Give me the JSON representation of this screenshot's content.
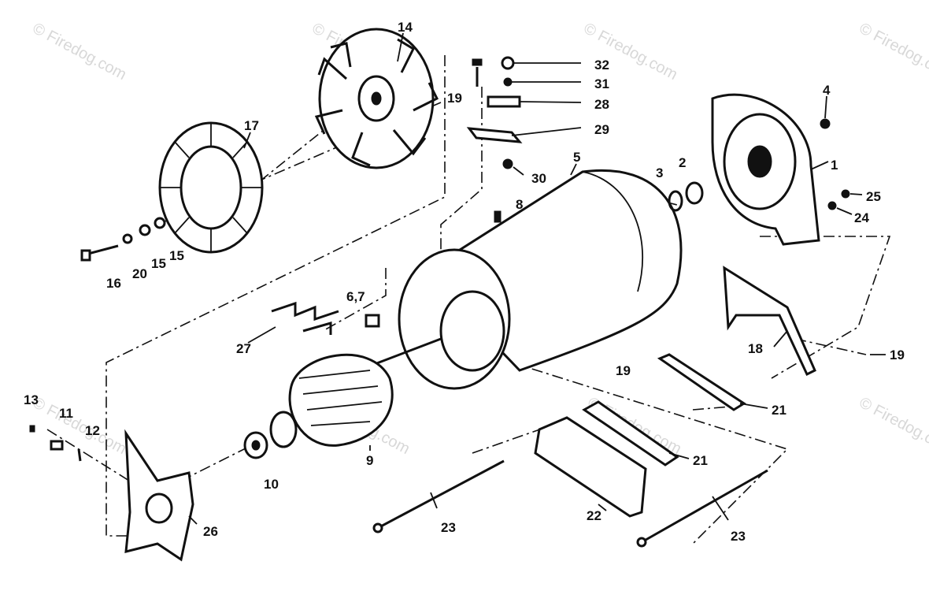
{
  "watermark": "© Firedog.com",
  "callouts": [
    {
      "id": "14",
      "text": "14"
    },
    {
      "id": "17",
      "text": "17"
    },
    {
      "id": "16",
      "text": "16"
    },
    {
      "id": "20",
      "text": "20"
    },
    {
      "id": "15a",
      "text": "15"
    },
    {
      "id": "15b",
      "text": "15"
    },
    {
      "id": "19a",
      "text": "19"
    },
    {
      "id": "32",
      "text": "32"
    },
    {
      "id": "31",
      "text": "31"
    },
    {
      "id": "28",
      "text": "28"
    },
    {
      "id": "29",
      "text": "29"
    },
    {
      "id": "30",
      "text": "30"
    },
    {
      "id": "5",
      "text": "5"
    },
    {
      "id": "8",
      "text": "8"
    },
    {
      "id": "3",
      "text": "3"
    },
    {
      "id": "2a",
      "text": "2"
    },
    {
      "id": "4",
      "text": "4"
    },
    {
      "id": "1",
      "text": "1"
    },
    {
      "id": "25",
      "text": "25"
    },
    {
      "id": "24",
      "text": "24"
    },
    {
      "id": "6-7",
      "text": "6,7"
    },
    {
      "id": "27",
      "text": "27"
    },
    {
      "id": "18",
      "text": "18"
    },
    {
      "id": "19b",
      "text": "19"
    },
    {
      "id": "19c",
      "text": "19"
    },
    {
      "id": "21a",
      "text": "21"
    },
    {
      "id": "21b",
      "text": "21"
    },
    {
      "id": "13",
      "text": "13"
    },
    {
      "id": "11",
      "text": "11"
    },
    {
      "id": "12",
      "text": "12"
    },
    {
      "id": "9",
      "text": "9"
    },
    {
      "id": "10",
      "text": "10"
    },
    {
      "id": "26",
      "text": "26"
    },
    {
      "id": "22",
      "text": "22"
    },
    {
      "id": "23a",
      "text": "23"
    },
    {
      "id": "23b",
      "text": "23"
    }
  ]
}
